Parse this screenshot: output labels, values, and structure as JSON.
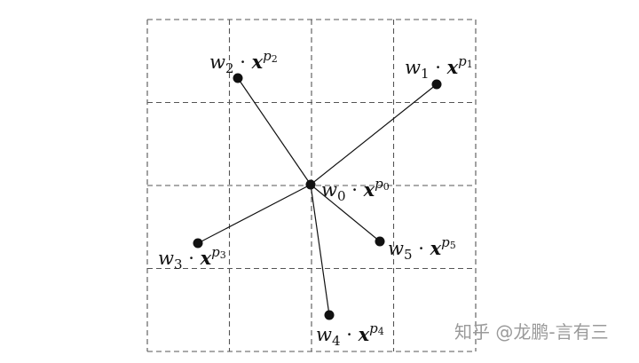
{
  "diagram": {
    "grid": {
      "rows": 4,
      "cols": 4,
      "style": "dashed"
    },
    "center": {
      "id": "p0",
      "weight": "w",
      "sub": "0",
      "sep": "·",
      "x": "x",
      "sup": "p",
      "supSub": "0"
    },
    "samples": [
      {
        "id": "p1",
        "weight": "w",
        "sub": "1",
        "sep": "·",
        "x": "x",
        "sup": "p",
        "supSub": "1"
      },
      {
        "id": "p2",
        "weight": "w",
        "sub": "2",
        "sep": "·",
        "x": "x",
        "sup": "p",
        "supSub": "2"
      },
      {
        "id": "p3",
        "weight": "w",
        "sub": "3",
        "sep": "·",
        "x": "x",
        "sup": "p",
        "supSub": "3"
      },
      {
        "id": "p4",
        "weight": "w",
        "sub": "4",
        "sep": "·",
        "x": "x",
        "sup": "p",
        "supSub": "4"
      },
      {
        "id": "p5",
        "weight": "w",
        "sub": "5",
        "sep": "·",
        "x": "x",
        "sup": "p",
        "supSub": "5"
      }
    ],
    "colors": {
      "ink": "#111111",
      "grid": "#555555",
      "watermark": "#9a9a9a"
    }
  },
  "watermark": {
    "text": "知乎 @龙鹏-言有三"
  }
}
